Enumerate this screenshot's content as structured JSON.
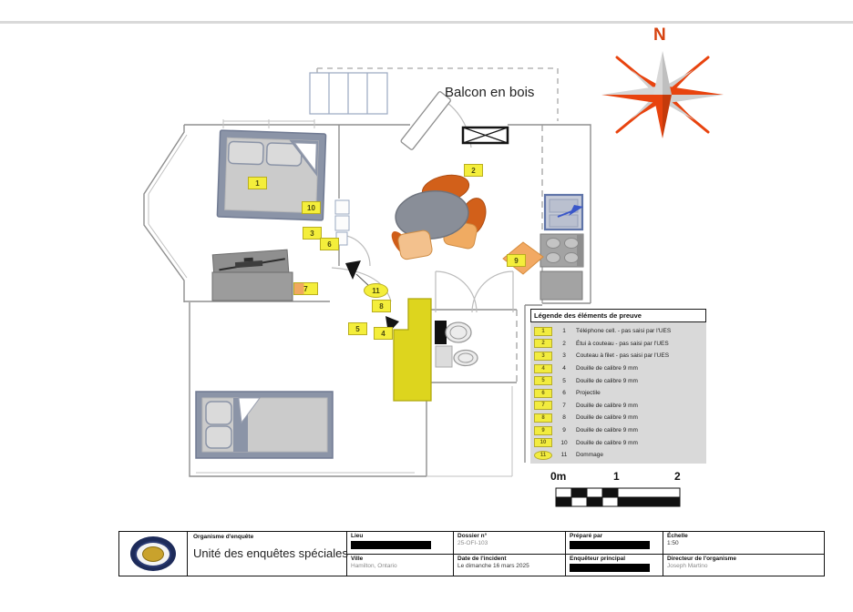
{
  "page": {
    "balcony_label": "Balcon en bois",
    "compass_label": "N"
  },
  "markers": [
    {
      "label": "1"
    },
    {
      "label": "2"
    },
    {
      "label": "3"
    },
    {
      "label": "4"
    },
    {
      "label": "5"
    },
    {
      "label": "6"
    },
    {
      "label": "7"
    },
    {
      "label": "8"
    },
    {
      "label": "9"
    },
    {
      "label": "10"
    },
    {
      "label": "11"
    }
  ],
  "legend": {
    "title": "Légende des éléments de preuve",
    "items": [
      {
        "num": "1",
        "desc": "Téléphone cell. - pas saisi par l'UES"
      },
      {
        "num": "2",
        "desc": "Étui à couteau - pas saisi par l'UES"
      },
      {
        "num": "3",
        "desc": "Couteau à filet - pas saisi par l'UES"
      },
      {
        "num": "4",
        "desc": "Douille de calibre 9 mm"
      },
      {
        "num": "5",
        "desc": "Douille de calibre 9 mm"
      },
      {
        "num": "6",
        "desc": "Projectile"
      },
      {
        "num": "7",
        "desc": "Douille de calibre 9 mm"
      },
      {
        "num": "8",
        "desc": "Douille de calibre 9 mm"
      },
      {
        "num": "9",
        "desc": "Douille de calibre 9 mm"
      },
      {
        "num": "10",
        "desc": "Douille de calibre 9 mm"
      },
      {
        "num": "11",
        "desc": "Dommage"
      }
    ]
  },
  "scale_bar": {
    "zero": "0m",
    "one": "1",
    "two": "2"
  },
  "title_block": {
    "org_label": "Organisme d'enquête",
    "org_name": "Unité des enquêtes spéciales",
    "lieu_label": "Lieu",
    "ville_label": "Ville",
    "ville_value": "Hamilton, Ontario",
    "dossier_label": "Dossier n°",
    "dossier_value": "25-OFI-103",
    "date_label": "Date de l'incident",
    "date_value": "Le dimanche 16 mars 2025",
    "prepared_label": "Préparé par",
    "investigator_label": "Enquêteur principal",
    "scale_label": "Échelle",
    "scale_value": "1:50",
    "director_label": "Directeur de l'organisme",
    "director_value": "Joseph Martino"
  },
  "colors": {
    "marker_yellow": "#f4ee3b",
    "counter_yellow": "#ddd51e",
    "compass_orange": "#e8430e",
    "chair_orange_dark": "#d2601a",
    "chair_orange_light": "#f2b077",
    "bed_frame": "#8b94a7",
    "legend_bg": "#d9d9d9"
  }
}
